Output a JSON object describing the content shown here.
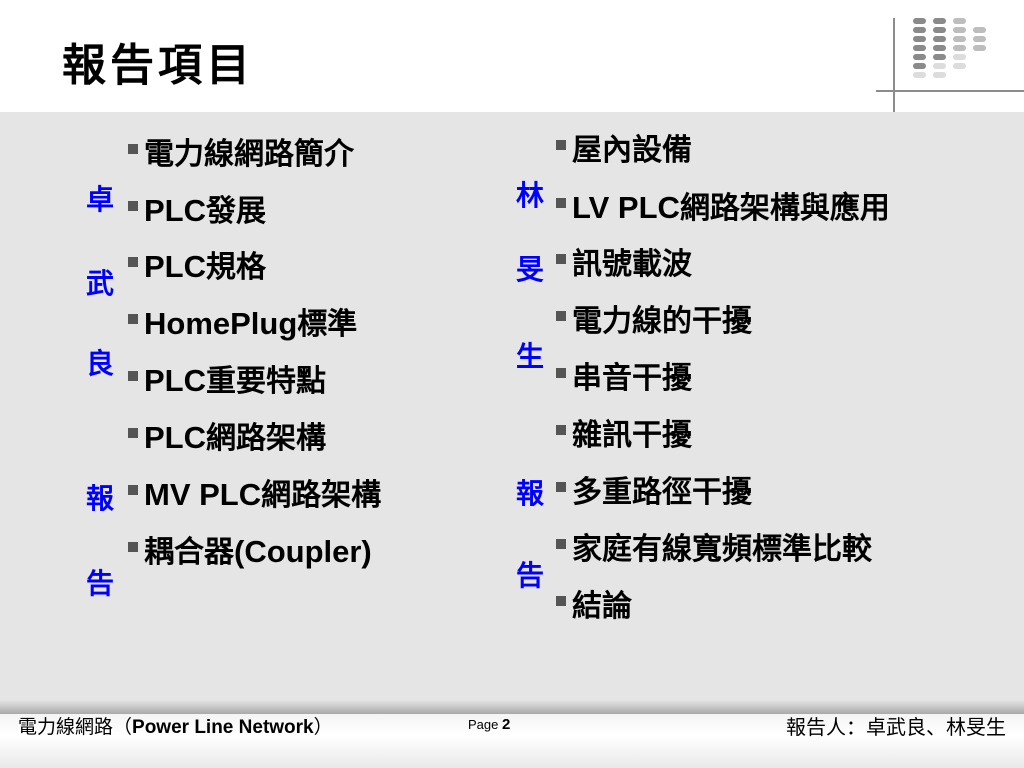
{
  "title": "報告項目",
  "left_list": [
    {
      "text": "電力線網路簡介"
    },
    {
      "latin": "PLC",
      "text": "發展"
    },
    {
      "latin": "PLC",
      "text": "規格"
    },
    {
      "latin": "HomePlug",
      "text": "標準"
    },
    {
      "latin": "PLC",
      "text": "重要特點"
    },
    {
      "latin": "PLC",
      "text": "網路架構"
    },
    {
      "latin": "MV PLC",
      "text": "網路架構"
    },
    {
      "text": "耦合器",
      "latin_after": "(Coupler)"
    }
  ],
  "right_list": [
    {
      "text": "屋內設備"
    },
    {
      "latin": "LV PLC",
      "text": "網路架構與應用"
    },
    {
      "text": "訊號載波"
    },
    {
      "text": "電力線的干擾"
    },
    {
      "text": "串音干擾"
    },
    {
      "text": "雜訊干擾"
    },
    {
      "text": "多重路徑干擾"
    },
    {
      "text": "家庭有線寬頻標準比較"
    },
    {
      "text": "結論"
    }
  ],
  "left_author": [
    "卓",
    "武",
    "良",
    "報",
    "告"
  ],
  "right_author": [
    "林",
    "旻",
    "生",
    "報",
    "告"
  ],
  "footer": {
    "left_prefix": "電力線網路（",
    "left_bold": "Power Line Network",
    "left_suffix": "）",
    "page_label": "Page",
    "page_number": "2",
    "right": "報告人：卓武良、林旻生"
  },
  "colors": {
    "author_text": "#0000ff",
    "body_background": "#e5e5e5",
    "bullet": "#555555"
  }
}
